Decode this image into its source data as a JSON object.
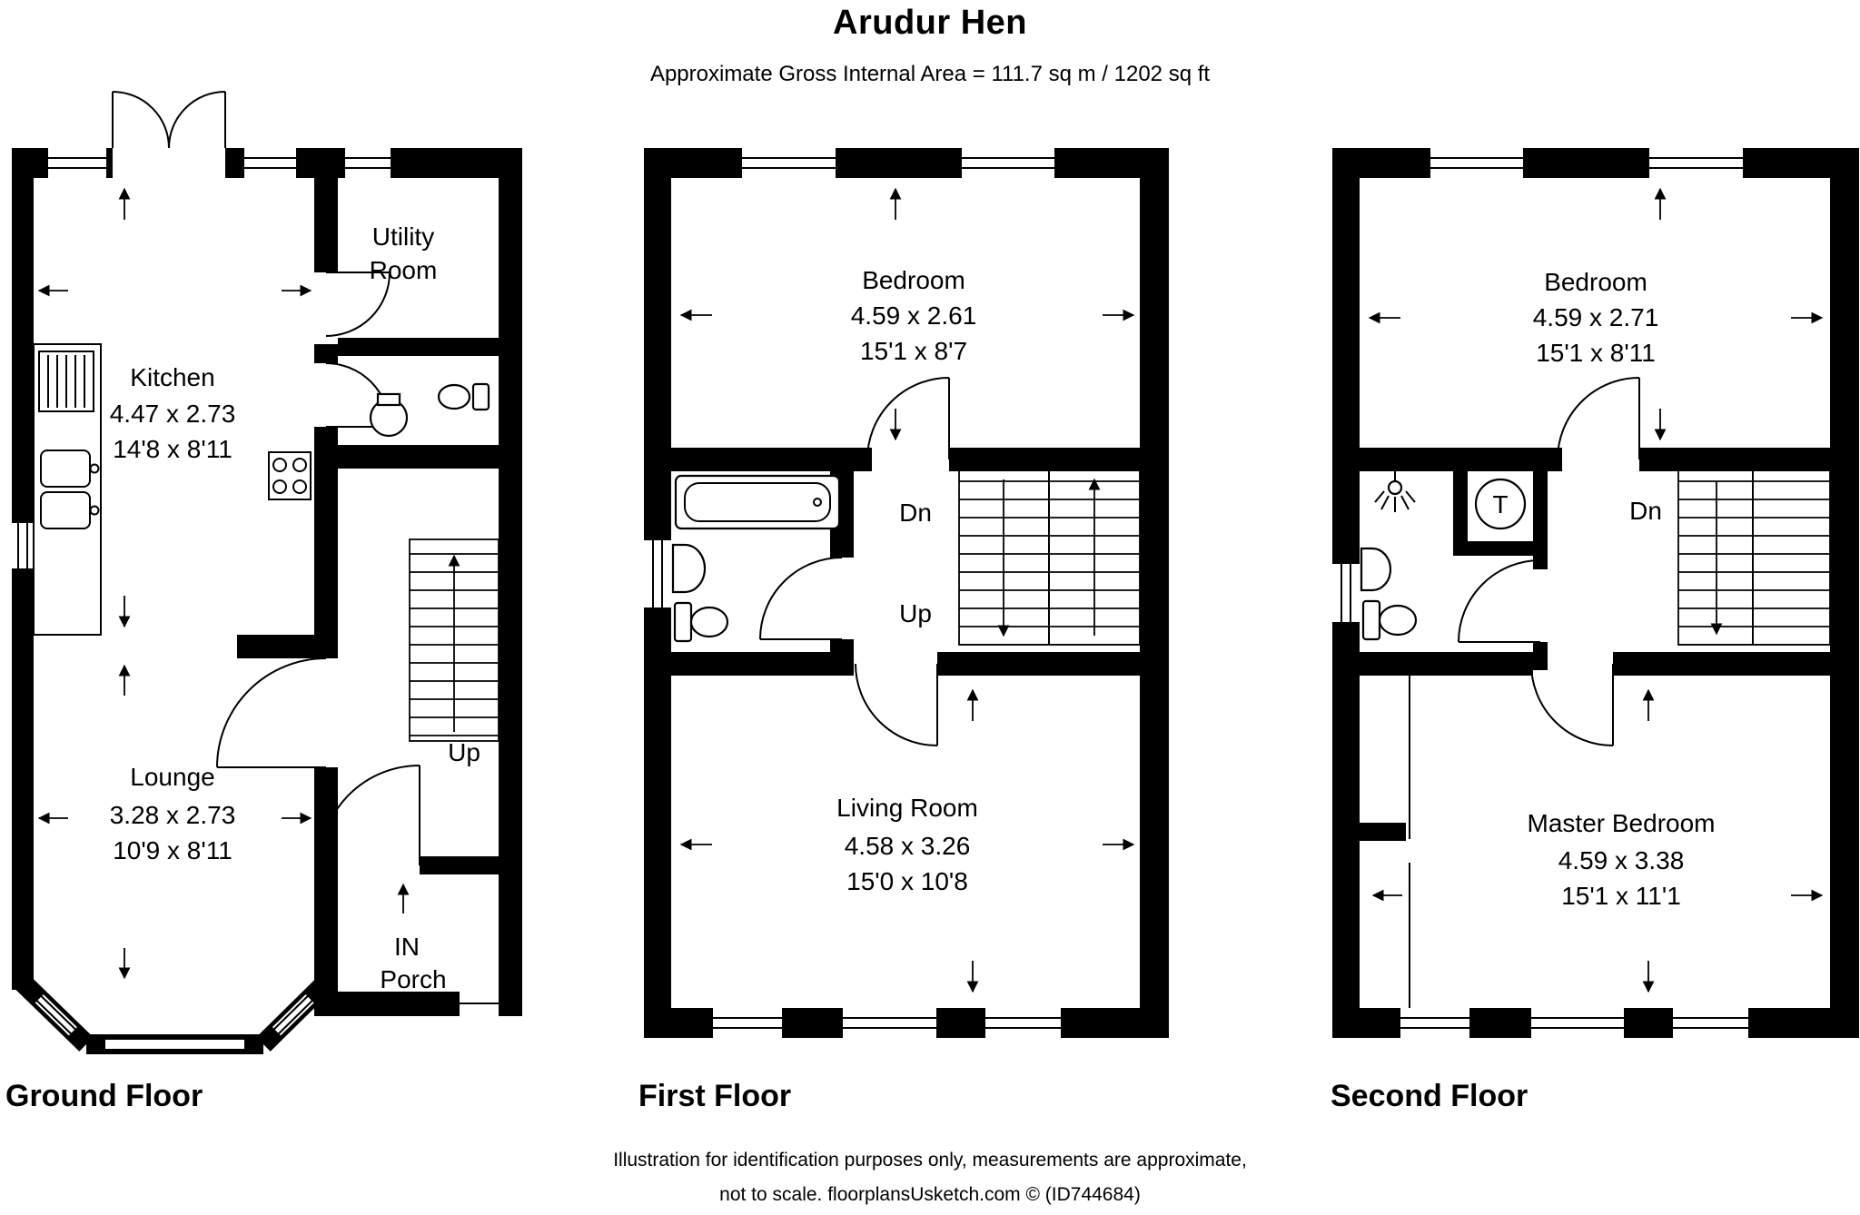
{
  "header": {
    "title": "Arudur Hen",
    "subtitle": "Approximate Gross Internal Area = 111.7 sq m / 1202 sq ft"
  },
  "ground": {
    "label": "Ground Floor",
    "kitchen_name": "Kitchen",
    "kitchen_metric": "4.47 x 2.73",
    "kitchen_imperial": "14'8 x 8'11",
    "utility_line1": "Utility",
    "utility_line2": "Room",
    "lounge_name": "Lounge",
    "lounge_metric": "3.28 x 2.73",
    "lounge_imperial": "10'9 x 8'11",
    "stairs_up": "Up",
    "entrance": "IN",
    "porch_name": "Porch"
  },
  "first": {
    "label": "First Floor",
    "bedroom_name": "Bedroom",
    "bedroom_metric": "4.59 x 2.61",
    "bedroom_imperial": "15'1 x 8'7",
    "living_name": "Living Room",
    "living_metric": "4.58 x 3.26",
    "living_imperial": "15'0 x 10'8",
    "stairs_down": "Dn",
    "stairs_up": "Up"
  },
  "second": {
    "label": "Second Floor",
    "bedroom_name": "Bedroom",
    "bedroom_metric": "4.59 x 2.71",
    "bedroom_imperial": "15'1 x 8'11",
    "master_name": "Master Bedroom",
    "master_metric": "4.59 x 3.38",
    "master_imperial": "15'1 x 11'1",
    "stairs_down": "Dn",
    "tank": "T"
  },
  "footer": {
    "line1": "Illustration for identification purposes only, measurements are approximate,",
    "line2": "not to scale. floorplansUsketch.com © (ID744684)"
  },
  "colors": {
    "wall": "#000000",
    "background": "#ffffff"
  }
}
